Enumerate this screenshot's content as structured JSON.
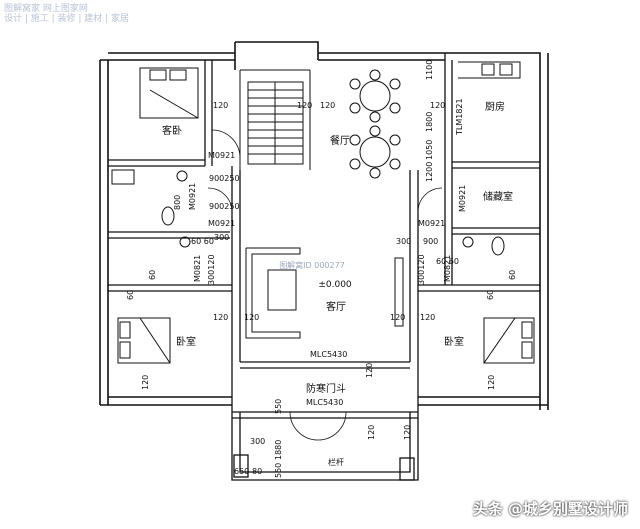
{
  "watermark": {
    "top_line1": "图解窝家 网上图家网",
    "top_line2": "设计 | 施工 | 装修 | 建材 | 家居",
    "center": "图解窝ID 000277",
    "footer": "头条 @城乡别墅设计师"
  },
  "rooms": {
    "guest_bedroom": "客卧",
    "dining": "餐厅",
    "kitchen": "厨房",
    "storage": "储藏室",
    "living": "客厅",
    "bedroom_left": "卧室",
    "bedroom_right": "卧室",
    "vestibule": "防寒门斗",
    "railing": "栏杆"
  },
  "elevation": "±0.000",
  "door_labels": {
    "m0921_a": "M0921",
    "m0921_b": "M0921",
    "m0921_c": "M0921",
    "m0921_d": "M0921",
    "m0921_e": "M0921",
    "m0921_f": "M0921",
    "m0821_left": "M0821",
    "m0821_right": "M0821",
    "tlm1821": "TLM1821",
    "mlc5430_a": "MLC5430",
    "mlc5430_b": "MLC5430"
  },
  "dimensions": {
    "d120": "120",
    "d60": "60",
    "d300": "300",
    "d900": "900",
    "d1100": "1100",
    "d1800": "1800",
    "d1050": "1050",
    "d1200": "1200",
    "d1880": "1880",
    "d650": "650",
    "d80": "80",
    "d550": "550",
    "d900250": "900250",
    "d800": "800",
    "d6060": "60 60",
    "d300120": "300120"
  }
}
